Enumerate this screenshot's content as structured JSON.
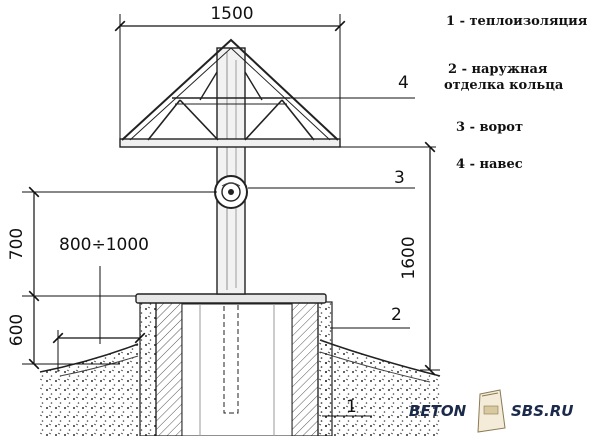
{
  "dimensions": {
    "roof_width": "1500",
    "stand_height": "700",
    "ring_above_ground": "600",
    "total_height": "1600",
    "insulation_width": "800÷1000"
  },
  "callouts": {
    "n1": "1",
    "n2": "2",
    "n3": "3",
    "n4": "4"
  },
  "legend": {
    "item1": "1 - теплоизоляция",
    "item2_line1": "2 - наружная",
    "item2_line2": "отделка кольца",
    "item3": "3 - ворот",
    "item4": "4 - навес"
  },
  "watermark": {
    "left": "BETON",
    "right": "SBS.RU"
  }
}
